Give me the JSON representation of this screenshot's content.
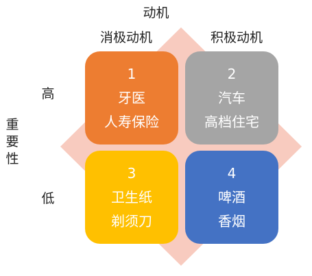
{
  "axes": {
    "x_title": "动机",
    "x_left": "消极动机",
    "x_right": "积极动机",
    "y_title": "重要性",
    "y_high": "高",
    "y_low": "低"
  },
  "quadrants": [
    {
      "number": "1",
      "line1": "牙医",
      "line2": "人寿保险",
      "color": "#ED7D31"
    },
    {
      "number": "2",
      "line1": "汽车",
      "line2": "高档住宅",
      "color": "#A5A5A5"
    },
    {
      "number": "3",
      "line1": "卫生纸",
      "line2": "剃须刀",
      "color": "#FFC000"
    },
    {
      "number": "4",
      "line1": "啤酒",
      "line2": "香烟",
      "color": "#4472C4"
    }
  ],
  "colors": {
    "diamond": "#F8CBBF",
    "background": "#FFFFFF"
  }
}
